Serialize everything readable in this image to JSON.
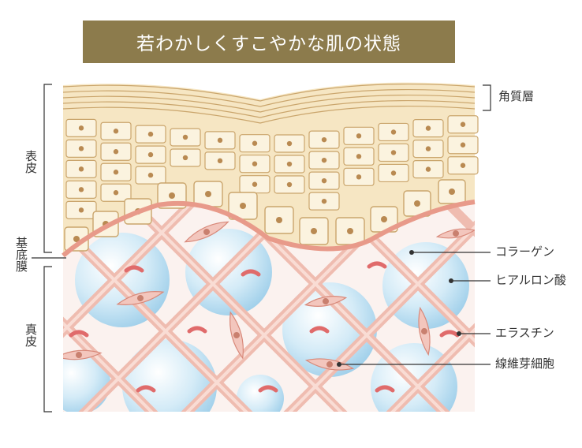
{
  "title": "若わかしくすこやかな肌の状態",
  "labels": {
    "stratum_corneum": "角質層",
    "epidermis": "表皮",
    "basement_membrane": "基底膜",
    "dermis": "真皮",
    "collagen": "コラーゲン",
    "hyaluronic_acid": "ヒアルロン酸",
    "elastin": "エラスチン",
    "fibroblast": "線維芽細胞"
  },
  "colors": {
    "banner": "#8c7b4c",
    "epidermis_cell": "#f6e6c3",
    "cell_outline": "#caa56c",
    "nucleus": "#b98a52",
    "membrane": "#e89a8a",
    "collagen_fiber": "#f1c6bb",
    "elastin": "#e06b6b",
    "hyaluronic_sphere": "#b8def1",
    "fibroblast": "#f3c6bd"
  }
}
